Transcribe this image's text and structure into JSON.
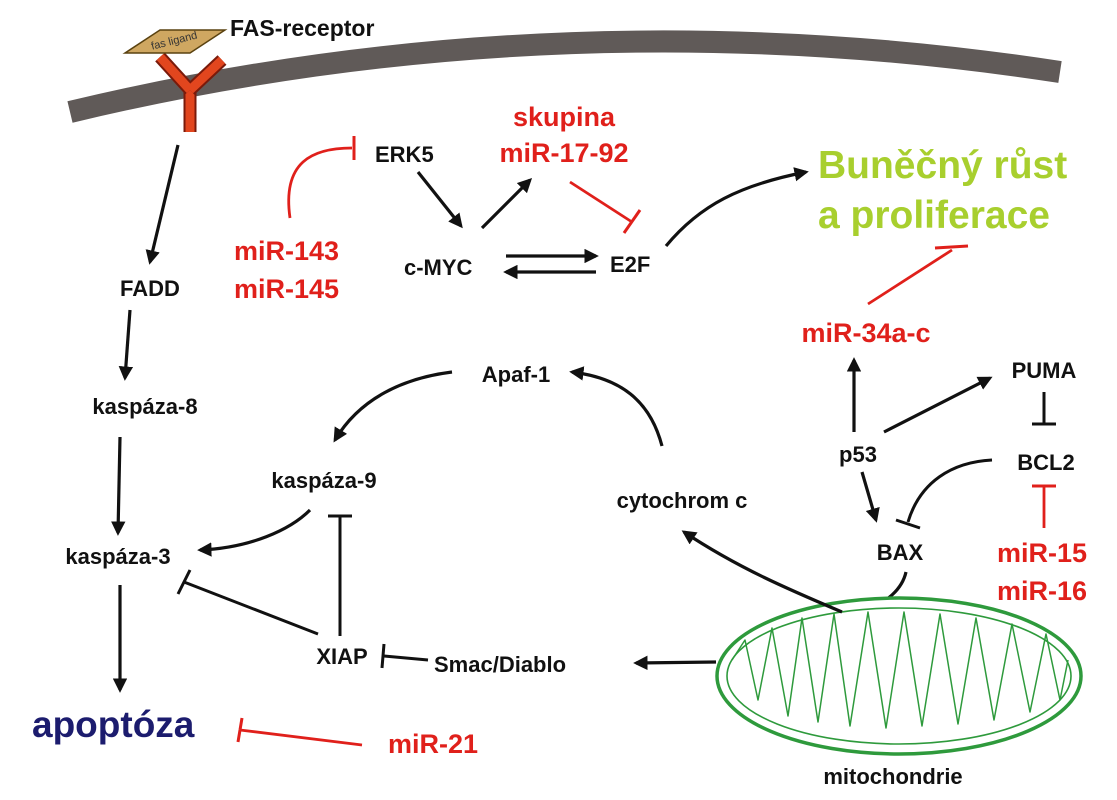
{
  "colors": {
    "node_text": "#111111",
    "mirna_red": "#e0201b",
    "growth_green": "#a8cf2e",
    "apoptosis_navy": "#1c1c6e",
    "membrane_gray": "#605a58",
    "receptor_orange": "#e2461e",
    "ligand_tan": "#cfa761",
    "mitochondria_green": "#2e9a3c"
  },
  "labels": {
    "fas_receptor": "FAS-receptor",
    "fas_ligand": "fas ligand",
    "fadd": "FADD",
    "caspase8": "kaspáza-8",
    "caspase3": "kaspáza-3",
    "caspase9": "kaspáza-9",
    "apoptosis": "apoptóza",
    "erk5": "ERK5",
    "cmyc": "c-MYC",
    "e2f": "E2F",
    "apaf1": "Apaf-1",
    "cytochrome_c": "cytochrom c",
    "xiap": "XIAP",
    "smac": "Smac/Diablo",
    "p53": "p53",
    "puma": "PUMA",
    "bcl2": "BCL2",
    "bax": "BAX",
    "mitochondria": "mitochondrie",
    "growth_line1": "Buněčný růst",
    "growth_line2": "a proliferace"
  },
  "mirnas": {
    "mir143": "miR-143",
    "mir145": "miR-145",
    "cluster_line1": "skupina",
    "cluster_line2": "miR-17-92",
    "mir34": "miR-34a-c",
    "mir15": "miR-15",
    "mir16": "miR-16",
    "mir21": "miR-21"
  },
  "icons": {
    "receptor": "fas-receptor-icon",
    "ligand": "fas-ligand-icon",
    "membrane": "cell-membrane-icon",
    "mitochondrion": "mitochondrion-icon"
  }
}
